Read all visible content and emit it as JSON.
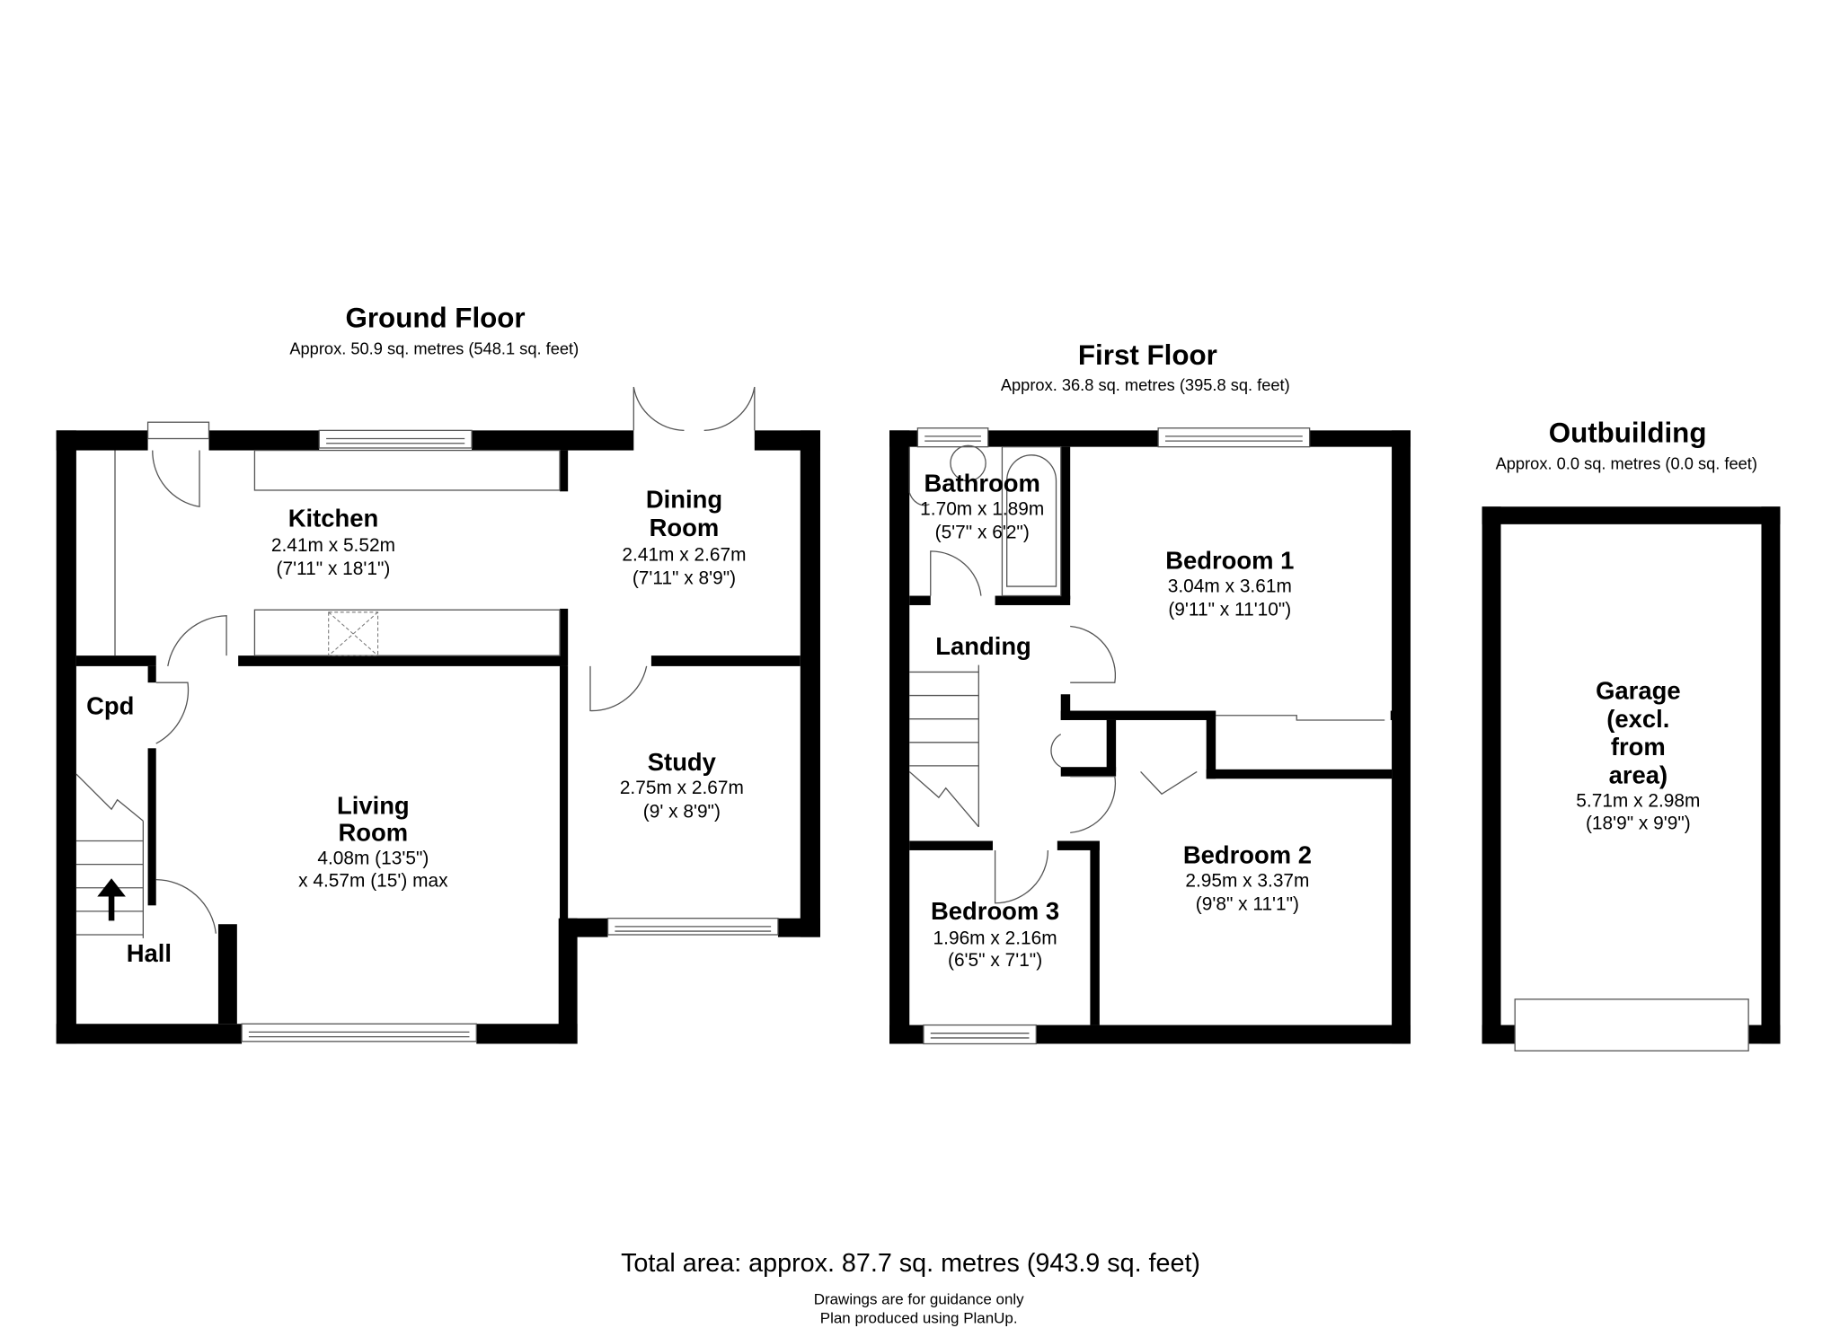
{
  "ground_floor": {
    "title": "Ground Floor",
    "area": "Approx. 50.9 sq. metres (548.1 sq. feet)",
    "rooms": [
      {
        "name": "Kitchen",
        "dim_m": "2.41m x 5.52m",
        "dim_ft": "(7'11\" x 18'1\")"
      },
      {
        "name_line1": "Dining",
        "name_line2": "Room",
        "dim_m": "2.41m x 2.67m",
        "dim_ft": "(7'11\" x 8'9\")"
      },
      {
        "name": "Cpd"
      },
      {
        "name_line1": "Living",
        "name_line2": "Room",
        "dim_m": "4.08m (13'5\")",
        "dim_ft": "x 4.57m (15') max"
      },
      {
        "name": "Study",
        "dim_m": "2.75m x 2.67m",
        "dim_ft": "(9' x 8'9\")"
      },
      {
        "name": "Hall"
      }
    ]
  },
  "first_floor": {
    "title": "First Floor",
    "area": "Approx. 36.8 sq. metres (395.8 sq. feet)",
    "rooms": [
      {
        "name": "Bathroom",
        "dim_m": "1.70m x 1.89m",
        "dim_ft": "(5'7\" x 6'2\")"
      },
      {
        "name": "Bedroom 1",
        "dim_m": "3.04m x 3.61m",
        "dim_ft": "(9'11\" x 11'10\")"
      },
      {
        "name": "Landing"
      },
      {
        "name": "Bedroom 2",
        "dim_m": "2.95m x 3.37m",
        "dim_ft": "(9'8\" x 11'1\")"
      },
      {
        "name": "Bedroom 3",
        "dim_m": "1.96m x 2.16m",
        "dim_ft": "(6'5\" x 7'1\")"
      }
    ]
  },
  "outbuilding": {
    "title": "Outbuilding",
    "area": "Approx. 0.0 sq. metres (0.0 sq. feet)",
    "rooms": [
      {
        "name_lines": [
          "Garage",
          "(excl.",
          "from",
          "area)"
        ],
        "dim_m": "5.71m x 2.98m",
        "dim_ft": "(18'9\" x 9'9\")"
      }
    ]
  },
  "footer": {
    "total": "Total area: approx. 87.7 sq. metres (943.9 sq. feet)",
    "note1": "Drawings are for guidance only",
    "note2": "Plan produced using PlanUp."
  },
  "icons": {
    "stairs_arrow": "up-arrow-icon"
  }
}
